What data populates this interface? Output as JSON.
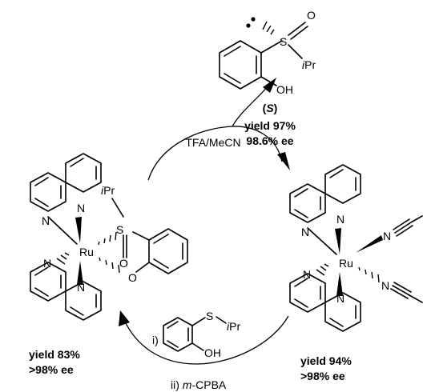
{
  "reagents": {
    "top": "TFA/MeCN",
    "bottom_step1": "i)",
    "bottom_step2_prefix": "ii) ",
    "bottom_step2_italic": "m",
    "bottom_step2_suffix": "-CPBA"
  },
  "product": {
    "config_open": "(",
    "config_letter": "S",
    "config_close": ")",
    "yield": "yield 97%",
    "ee": "98.6% ee"
  },
  "left_complex": {
    "yield": "yield 83%",
    "ee": ">98% ee"
  },
  "right_complex": {
    "yield": "yield 94%",
    "ee": ">98% ee"
  },
  "atoms": {
    "N": "N",
    "Ru": "Ru",
    "S": "S",
    "O": "O",
    "OH": "OH",
    "iPr_i": "i",
    "iPr_Pr": "Pr"
  }
}
